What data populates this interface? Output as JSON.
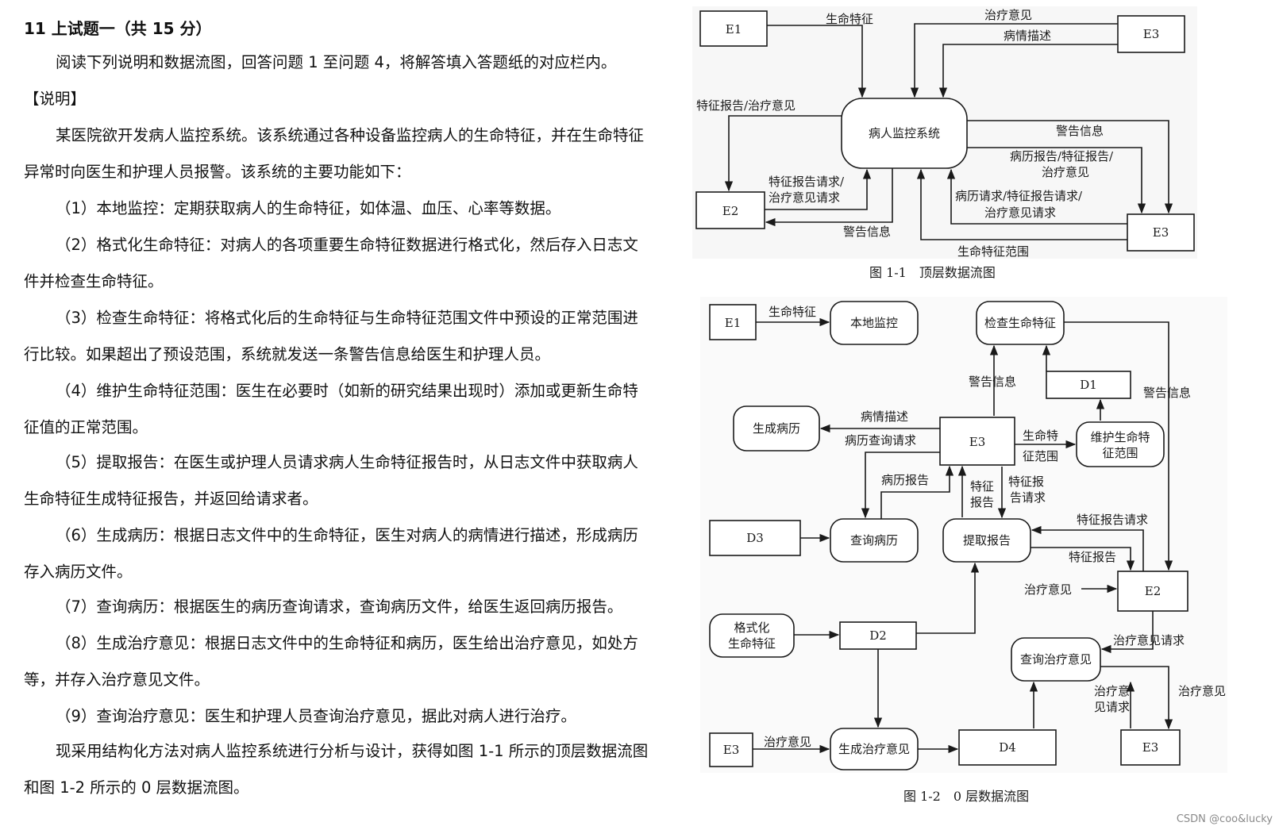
{
  "question": {
    "title": "11 上试题一（共 15 分）",
    "intro": "阅读下列说明和数据流图，回答问题 1 至问题 4，将解答填入答题纸的对应栏内。",
    "section_label": "【说明】",
    "desc_line1": "某医院欲开发病人监控系统。该系统通过各种设备监控病人的生命特征，并在生命特征",
    "desc_line2": "异常时向医生和护理人员报警。该系统的主要功能如下：",
    "items": [
      [
        "（1）本地监控：定期获取病人的生命特征，如体温、血压、心率等数据。"
      ],
      [
        "（2）格式化生命特征：对病人的各项重要生命特征数据进行格式化，然后存入日志文",
        "件并检查生命特征。"
      ],
      [
        "（3）检查生命特征：将格式化后的生命特征与生命特征范围文件中预设的正常范围进",
        "行比较。如果超出了预设范围，系统就发送一条警告信息给医生和护理人员。"
      ],
      [
        "（4）维护生命特征范围：医生在必要时（如新的研究结果出现时）添加或更新生命特",
        "征值的正常范围。"
      ],
      [
        "（5）提取报告：在医生或护理人员请求病人生命特征报告时，从日志文件中获取病人",
        "生命特征生成特征报告，并返回给请求者。"
      ],
      [
        "（6）生成病历：根据日志文件中的生命特征，医生对病人的病情进行描述，形成病历",
        "存入病历文件。"
      ],
      [
        "（7）查询病历：根据医生的病历查询请求，查询病历文件，给医生返回病历报告。"
      ],
      [
        "（8）生成治疗意见：根据日志文件中的生命特征和病历，医生给出治疗意见，如处方",
        "等，并存入治疗意见文件。"
      ],
      [
        "（9）查询治疗意见：医生和护理人员查询治疗意见，据此对病人进行治疗。"
      ]
    ],
    "closing_line1": "现采用结构化方法对病人监控系统进行分析与设计，获得如图 1-1 所示的顶层数据流图",
    "closing_line2": "和图 1-2 所示的 0 层数据流图。"
  },
  "figure1": {
    "caption": "图 1-1　顶层数据流图",
    "center": "病人监控系统",
    "entities": {
      "e1": "E1",
      "e2": "E2",
      "e3_top": "E3",
      "e3_bottom": "E3"
    },
    "flows": {
      "f1": "生命特征",
      "f2": "治疗意见",
      "f3": "病情描述",
      "f4": "特征报告/治疗意见",
      "f5": "警告信息",
      "f6a": "病历报告/特征报告/",
      "f6b": "治疗意见",
      "f7a": "特征报告请求/",
      "f7b": "治疗意见请求",
      "f8a": "病历请求/特征报告请求/",
      "f8b": "治疗意见请求",
      "f9": "警告信息",
      "f10": "生命特征范围"
    }
  },
  "figure2": {
    "caption": "图 1-2　0 层数据流图",
    "entities": {
      "e1": "E1",
      "e3_center": "E3",
      "e2": "E2",
      "e3_right": "E3",
      "e3_bottom": "E3"
    },
    "processes": {
      "local": "本地监控",
      "check": "检查生命特征",
      "record": "生成病历",
      "maintain_a": "维护生命特",
      "maintain_b": "征范围",
      "query_record": "查询病历",
      "extract": "提取报告",
      "format_a": "格式化",
      "format_b": "生命特征",
      "query_treat": "查询治疗意见",
      "gen_treat": "生成治疗意见"
    },
    "stores": {
      "d1": "D1",
      "d2": "D2",
      "d3": "D3",
      "d4": "D4"
    },
    "flows": {
      "vital": "生命特征",
      "warn1": "警告信息",
      "warn2": "警告信息",
      "cond": "病情描述",
      "rec_req": "病历查询请求",
      "vital2a": "生命特",
      "vital2b": "征范围",
      "rec_rep": "病历报告",
      "feat_a": "特征",
      "feat_b": "报告",
      "feat_req_a": "特征报",
      "feat_req_b": "告请求",
      "feat_req": "特征报告请求",
      "feat_rep": "特征报告",
      "treat1": "治疗意见",
      "treat_req": "治疗意见请求",
      "treat_req2a": "治疗意",
      "treat_req2b": "见请求",
      "treat2": "治疗意见",
      "treat3": "治疗意见"
    }
  },
  "watermark": "CSDN @coo&lucky"
}
